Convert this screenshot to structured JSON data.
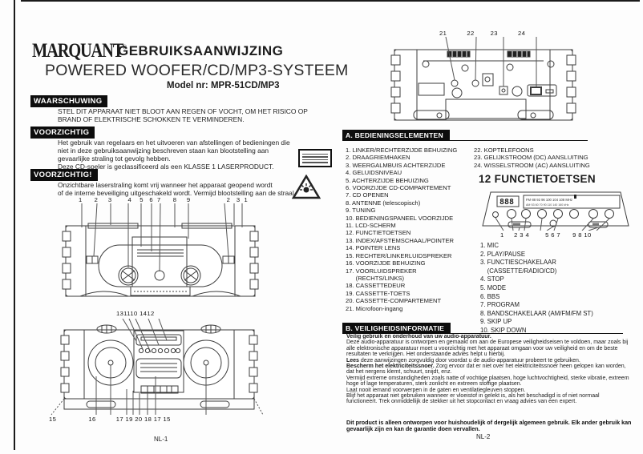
{
  "left_page": {
    "brand": "MARQUANT",
    "trademark": "®",
    "doc_title": "GEBRUIKSAANWIJZING",
    "product_title": "POWERED WOOFER/CD/MP3-SYSTEEM",
    "model_line": "Model nr: MPR-51CD/MP3",
    "warning_label": "WAARSCHUWING",
    "warning_text": "STEL DIT APPARAAT NIET BLOOT AAN REGEN OF VOCHT, OM HET RISICO OP BRAND OF ELEKTRISCHE SCHOKKEN TE VERMINDEREN.",
    "caution_label": "VOORZICHTIG",
    "caution_text_1": "Het gebruik van regelaars en het uitvoeren van afstellingen of bedieningen die niet in deze gebruiksaanwijzing beschreven staan kan blootstelling aan gevaarlijke straling tot gevolg hebben.",
    "caution_text_2": "Deze CD-speler is geclassificeerd als een KLASSE 1 LASERPRODUCT.",
    "caution2_label": "VOORZICHTIG!",
    "caution2_text": "Onzichtbare laserstraling komt vrij wanneer het apparaat geopend wordt\nof de interne beveiliging uitgeschakeld wordt. Vermijd blootstelling aan de straal.",
    "fig_top_callouts": "1      2     3        4    5   6  7      8     9                  2   3  1",
    "fig_front_callouts_top": "131110 1412",
    "fig_front_callouts_bottom": "15                16          17 19 20 18 17 15",
    "page_number": "NL-1"
  },
  "right_page": {
    "fig_rear_callouts": "21          22        23          24",
    "section_a_title": "A. BEDIENINGSELEMENTEN",
    "controls_left": [
      "1. LINKER/RECHTERZIJDE BEHUIZING",
      "2. DRAAGRIEMHAKEN",
      "3. WEERGALMBUIS ACHTERZIJDE",
      "4. GELUIDSNIVEAU",
      "5. ACHTERZIJDE BEHUIZING",
      "6. VOORZIJDE CD-COMPARTEMENT",
      "7. CD OPENEN",
      "8. ANTENNE (telescopisch)",
      "9. TUNING",
      "10. BEDIENINGSPANEEL VOORZIJDE",
      "11. LCD-SCHERM",
      "12. FUNCTIETOETSEN",
      "13. INDEX/AFSTEMSCHAAL/POINTER",
      "14. POINTER LENS",
      "15. RECHTER/LINKERLUIDSPREKER",
      "16. VOORZIJDE BEHUIZING",
      "17. VOORLUIDSPREKER\n      (RECHTS/LINKS)",
      "18. CASSETTEDEUR",
      "19. CASSETTE-TOETS",
      "20. CASSETTE-COMPARTEMENT",
      "21. Microfoon-ingang"
    ],
    "controls_right": [
      "22. KOPTELEFOONS",
      "23. GELIJKSTROOM (DC) AANSLUITING",
      "24. WISSELSTROOM (AC) AANSLUITING"
    ],
    "function_keys_heading": "12 FUNCTIETOETSEN",
    "panel": {
      "lcd": "888",
      "scale_fm": "FM·88   92   96   100  104   108 MHz",
      "scale_am": "AM·53  60  70   90  110  140  160 kHz",
      "callouts": "1     2 3 4        5 6 7      9 8 10"
    },
    "function_list": [
      "1. MIC",
      "2. PLAY/PAUSE",
      "3. FUNCTIESCHAKELAAR\n    (CASSETTE/RADIO/CD)",
      "4. STOP",
      "5. MODE",
      "6. BBS",
      "7. PROGRAM",
      "8. BANDSCHAKELAAR (AM/FM/FM ST)",
      "9. SKIP UP",
      "10. SKIP DOWN"
    ],
    "section_b_title": "B. VEILIGHEIDSINFORMATIE",
    "safety_paragraphs": [
      {
        "b": "Veilig gebruik en onderhoud van uw audio-apparatuur.",
        "t": ""
      },
      {
        "b": "",
        "t": "Deze audio-apparatuur is ontworpen en gemaakt om aan de Europese veiligheidseisen te voldoen, maar zoals bij alle elektronische apparatuur moet u voorzichtig met het apparaat omgaan voor uw veiligheid en om de beste resultaten te verkrijgen. Het onderstaande advies helpt u hierbij."
      },
      {
        "b": "Lees",
        "t": " deze aanwijzingen zorgvuldig door voordat u de audio-apparatuur probeert te gebruiken."
      },
      {
        "b": "Bescherm het elektriciteitssnoer.",
        "t": " Zorg ervoor dat er niet over het elektriciteitssnoer heen gelopen kan worden, dat het nergens klemt, schuurt, snijdt, enz."
      },
      {
        "b": "",
        "t": "Vermijd extreme omstandigheden zoals natte of vochtige plaatsen, hoge luchtvochtigheid, sterke vibratie, extreem hoge of lage temperaturen, sterk zonlicht en extreem stoffige plaatsen."
      },
      {
        "b": "",
        "t": "Laat nooit iemand voorwerpen in de gaten en ventilatiegleuven stoppen."
      },
      {
        "b": "",
        "t": "Blijf het apparaat niet gebruiken wanneer er vloeistof in gelekt is, als het beschadigd is of niet normaal functioneert. Trek onmiddellijk de stekker uit het stopcontact en vraag advies van een expert."
      }
    ],
    "safety_footer_bold": "Dit product is alleen ontworpen voor huishoudelijk of dergelijk algemeen gebruik. Elk ander gebruik kan gevaarlijk zijn en kan de garantie doen vervallen.",
    "page_number": "NL-2"
  }
}
